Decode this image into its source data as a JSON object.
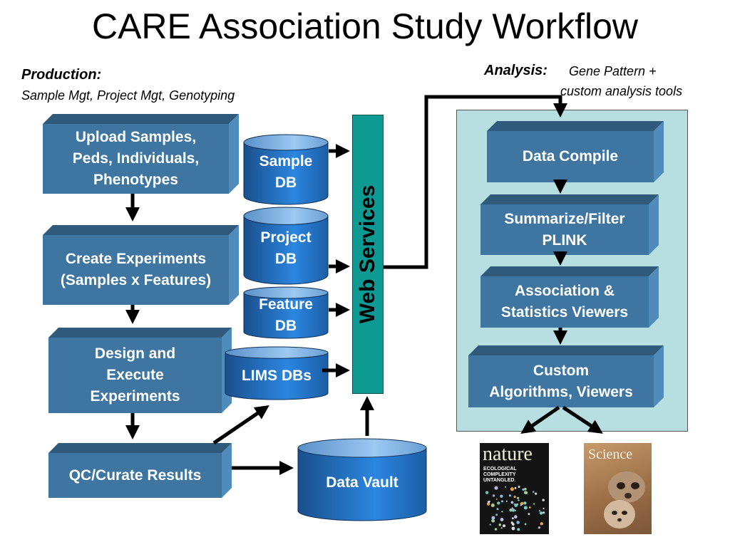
{
  "title": "CARE Association Study Workflow",
  "production": {
    "heading": "Production:",
    "subtitle": "Sample Mgt, Project Mgt, Genotyping",
    "steps": [
      {
        "label": "Upload Samples,\nPeds, Individuals,\nPhenotypes"
      },
      {
        "label": "Create Experiments\n(Samples x Features)"
      },
      {
        "label": "Design and\nExecute\nExperiments"
      },
      {
        "label": "QC/Curate Results"
      }
    ]
  },
  "databases": [
    {
      "label": "Sample\nDB"
    },
    {
      "label": "Project\nDB"
    },
    {
      "label": "Feature\nDB"
    },
    {
      "label": "LIMS DBs"
    },
    {
      "label": "Data Vault"
    }
  ],
  "web_services": {
    "label": "Web Services"
  },
  "analysis": {
    "heading": "Analysis:",
    "subtitle_line1": "Gene Pattern +",
    "subtitle_line2": "custom analysis tools",
    "steps": [
      {
        "label": "Data Compile"
      },
      {
        "label": "Summarize/Filter\nPLINK"
      },
      {
        "label": "Association &\nStatistics Viewers"
      },
      {
        "label": "Custom\nAlgorithms, Viewers"
      }
    ]
  },
  "publications": [
    {
      "name": "nature",
      "headline": "ECOLOGICAL COMPLEXITY UNTANGLED."
    },
    {
      "name": "Science"
    }
  ],
  "colors": {
    "box_front": "#3f76a1",
    "box_top": "#2f5a7c",
    "box_side": "#4f8cbb",
    "cylinder": "#1f6fbf",
    "web_services": "#0c9a93",
    "analysis_panel": "#b7dfe2"
  }
}
